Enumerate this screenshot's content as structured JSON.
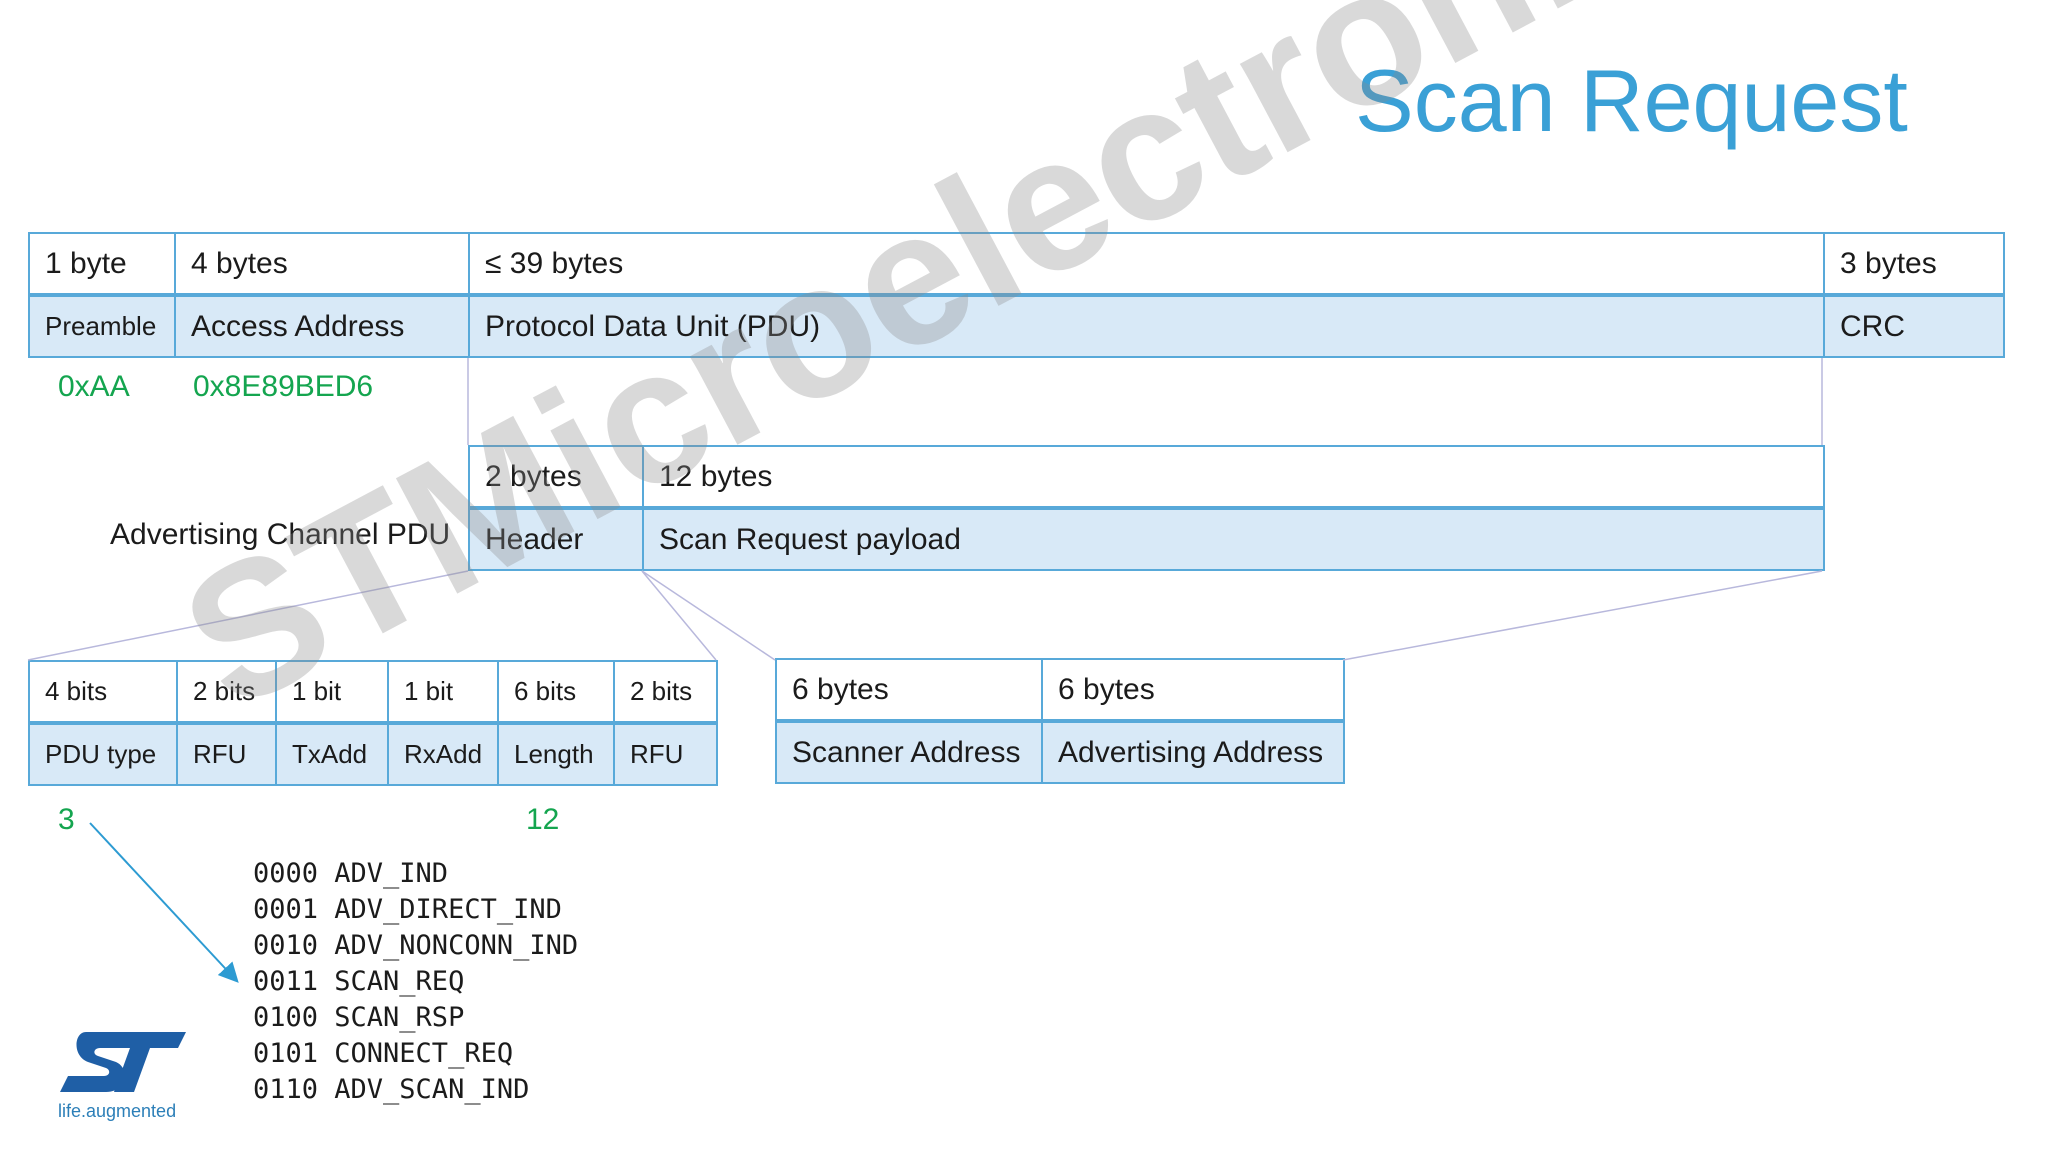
{
  "title": "Scan Request",
  "packet": {
    "sizes": [
      "1 byte",
      "4 bytes",
      "≤ 39 bytes",
      "3 bytes"
    ],
    "fields": [
      "Preamble",
      "Access Address",
      "Protocol Data Unit (PDU)",
      "CRC"
    ],
    "values": [
      "0xAA",
      "0x8E89BED6"
    ]
  },
  "adv_pdu": {
    "label": "Advertising Channel PDU",
    "sizes": [
      "2 bytes",
      "12 bytes"
    ],
    "fields": [
      "Header",
      "Scan Request payload"
    ]
  },
  "header": {
    "sizes": [
      "4 bits",
      "2 bits",
      "1 bit",
      "1 bit",
      "6 bits",
      "2 bits"
    ],
    "fields": [
      "PDU type",
      "RFU",
      "TxAdd",
      "RxAdd",
      "Length",
      "RFU"
    ],
    "pdu_type_value": "3",
    "length_value": "12"
  },
  "payload": {
    "sizes": [
      "6 bytes",
      "6 bytes"
    ],
    "fields": [
      "Scanner Address",
      "Advertising Address"
    ]
  },
  "pdu_types": [
    "0000 ADV_IND",
    "0001 ADV_DIRECT_IND",
    "0010 ADV_NONCONN_IND",
    "0011 SCAN_REQ",
    "0100 SCAN_RSP",
    "0101 CONNECT_REQ",
    "0110 ADV_SCAN_IND"
  ],
  "watermark": "STMicroelectronics",
  "logo": {
    "tagline": "life.augmented",
    "icon": "st-logo-icon"
  },
  "colors": {
    "title": "#3aa0d6",
    "border": "#58a9d9",
    "fill": "#d8e9f7",
    "value": "#14a54f"
  }
}
